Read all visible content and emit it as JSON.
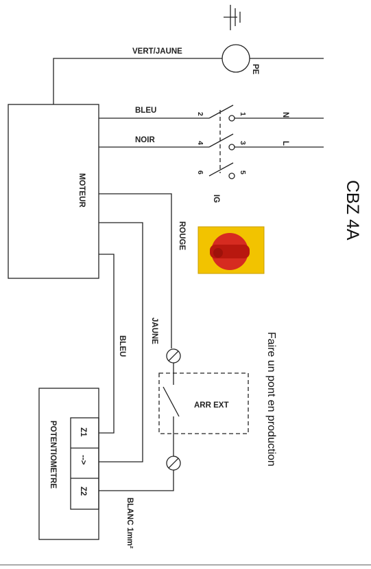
{
  "title": "CBZ 4A",
  "note": "Faire un pont en production",
  "components": {
    "motor": "MOTEUR",
    "potentiometer": "POTENTIOMETRE",
    "ext_stop": "ARR EXT",
    "main_switch": "IG",
    "ground": "PE"
  },
  "wires": {
    "earth": "VERT/JAUNE",
    "blue_top": "BLEU",
    "black": "NOIR",
    "red": "ROUGE",
    "yellow": "JAUNE",
    "blue_bottom": "BLEU",
    "white": "BLANC 1mm²"
  },
  "terminals": {
    "left": [
      "2",
      "4",
      "6"
    ],
    "right": [
      "1",
      "3",
      "5"
    ],
    "supply_n": "N",
    "supply_l": "L"
  },
  "pot_terminals": [
    "Z1",
    "-->",
    "Z2"
  ],
  "colors": {
    "switch_plate": "#f2c300",
    "switch_knob": "#d62b20"
  }
}
